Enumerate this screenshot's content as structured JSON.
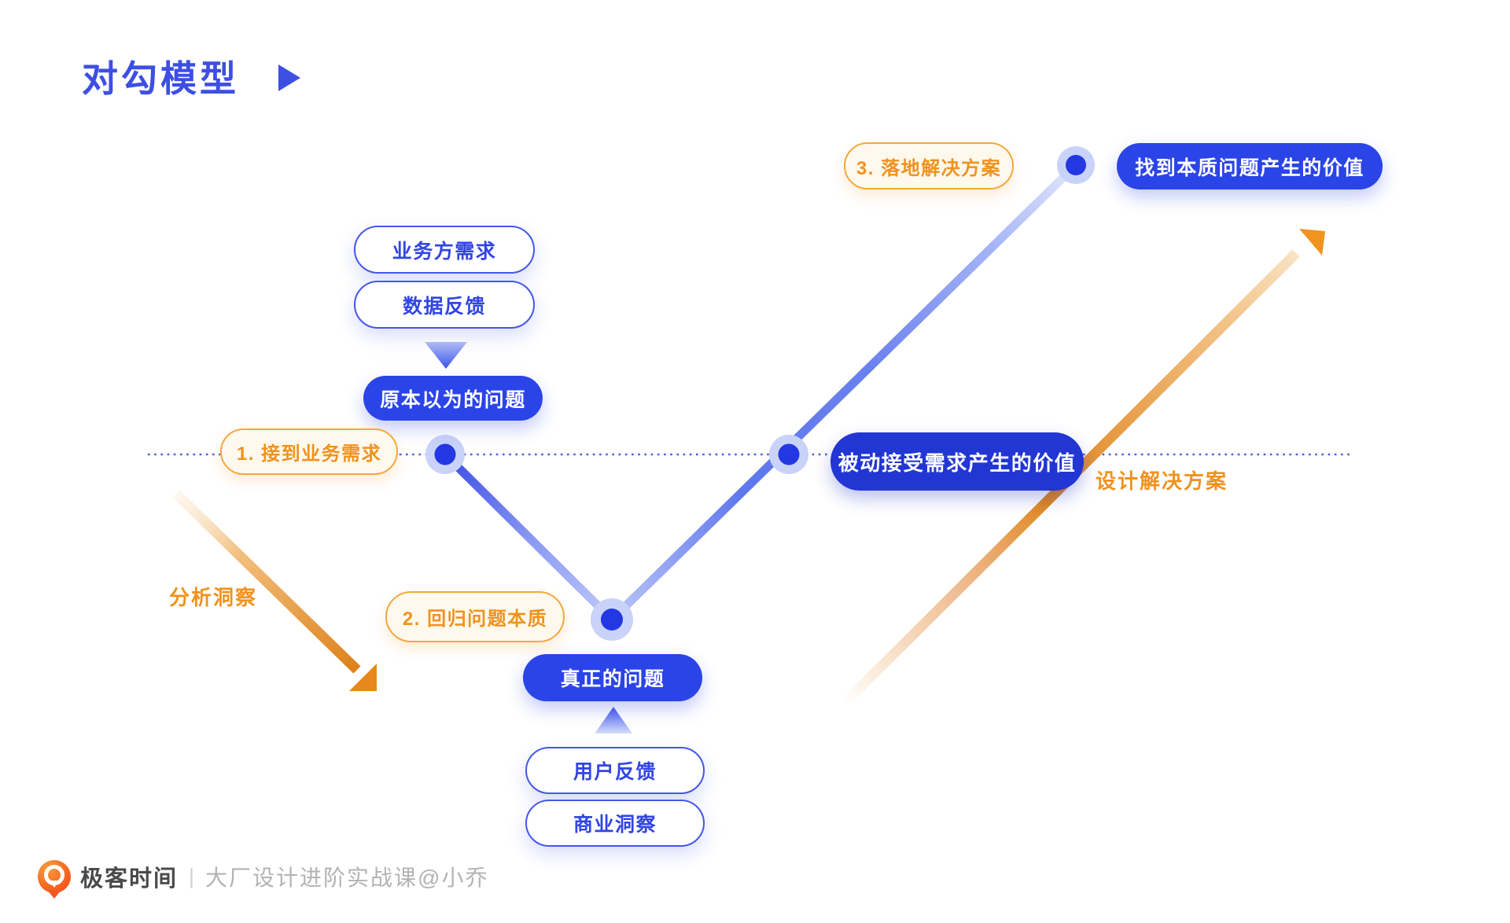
{
  "page": {
    "title": "对勾模型"
  },
  "colors": {
    "title_blue": "#3D4FE3",
    "pill_blue": "#2B44E7",
    "deep_blue": "#2236D4",
    "lavender": "#B9C4F5",
    "dot_core_blue": "#2337E3",
    "orange": "#F0921E",
    "orange_line": "#E0861C",
    "cream": "#FFF8EC",
    "footer_gray": "#B3B3B3"
  },
  "diagram": {
    "steps": [
      {
        "label": "1. 接到业务需求"
      },
      {
        "label": "2. 回归问题本质"
      },
      {
        "label": "3. 落地解决方案"
      }
    ],
    "top_inputs": [
      "业务方需求",
      "数据反馈"
    ],
    "assumed_problem": "原本以为的问题",
    "real_problem": "真正的问题",
    "bottom_inputs": [
      "用户反馈",
      "商业洞察"
    ],
    "passive_value": "被动接受需求产生的价值",
    "found_value": "找到本质问题产生的价值",
    "analysis_label": "分析洞察",
    "design_label": "设计解决方案"
  },
  "footer": {
    "brand": "极客时间",
    "divider": "|",
    "course": "大厂设计进阶实战课@小乔"
  }
}
